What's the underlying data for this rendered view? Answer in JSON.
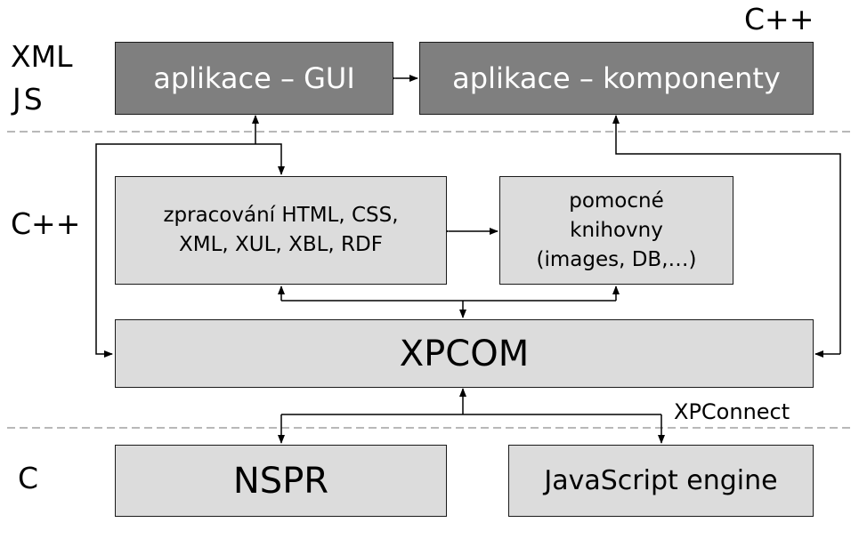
{
  "layers": {
    "top_left_xml": "XML",
    "top_left_js": "JS",
    "top_right": "C++",
    "middle": "C++",
    "bottom": "C"
  },
  "boxes": {
    "app_gui": "aplikace – GUI",
    "app_components": "aplikace – komponenty",
    "processing_line1": "zpracování HTML, CSS,",
    "processing_line2": "XML, XUL, XBL, RDF",
    "helpers_line1": "pomocné",
    "helpers_line2": "knihovny",
    "helpers_line3": "(images, DB,…)",
    "xpcom": "XPCOM",
    "nspr": "NSPR",
    "js_engine": "JavaScript engine"
  },
  "connector_labels": {
    "xpconnect": "XPConnect"
  },
  "colors": {
    "dark_box": "#7f7f7f",
    "light_box": "#dcdcdc",
    "separator": "#a0a0a0",
    "stroke": "#000000"
  }
}
